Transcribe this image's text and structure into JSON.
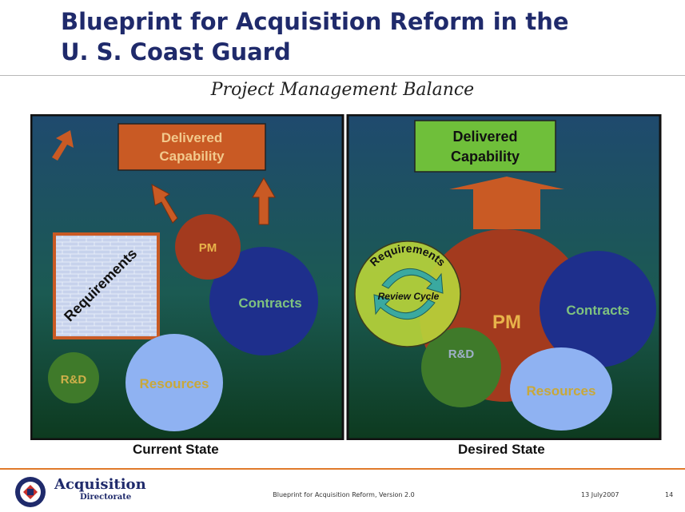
{
  "slide": {
    "title_line1": "Blueprint for Acquisition Reform in the",
    "title_line2": "U. S. Coast Guard",
    "subtitle": "Project Management Balance"
  },
  "current_state": {
    "label": "Current State",
    "delivered_line1": "Delivered",
    "delivered_line2": "Capability",
    "requirements": "Requirements",
    "pm": "PM",
    "contracts": "Contracts",
    "rd": "R&D",
    "resources": "Resources"
  },
  "desired_state": {
    "label": "Desired State",
    "delivered_line1": "Delivered",
    "delivered_line2": "Capability",
    "requirements": "Requirements",
    "review_cycle": "Review Cycle",
    "pm": "PM",
    "contracts": "Contracts",
    "rd": "R&D",
    "resources": "Resources"
  },
  "colors": {
    "title": "#1f2a6b",
    "panel_top": "#1f4a6e",
    "panel_bottom": "#0d3a1f",
    "orange": "#c95a24",
    "red_circle": "#a33a1e",
    "blue_circle": "#1e2f8c",
    "light_blue": "#8fb2f2",
    "green_circle": "#3f7a2a",
    "green_box": "#6fbf3a",
    "yellow_green": "#b7d33a",
    "footer_rule": "#e07a2a"
  },
  "footer": {
    "logo_text": "Acquisition",
    "logo_subtext": "Directorate",
    "center": "Blueprint for Acquisition Reform, Version 2.0",
    "date": "13 July2007",
    "page": "14"
  }
}
